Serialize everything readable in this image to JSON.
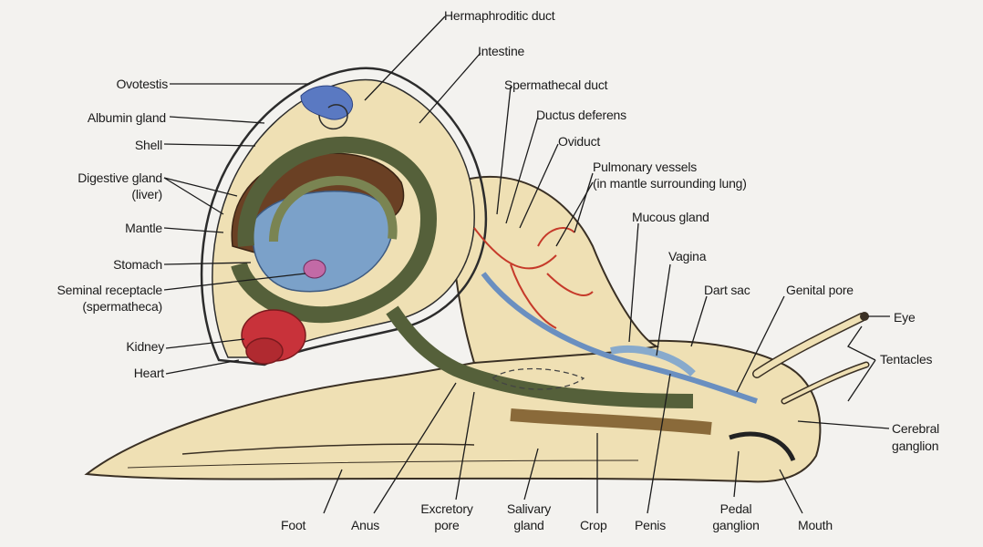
{
  "diagram": {
    "labels": {
      "hermaphroditic_duct": "Hermaphroditic duct",
      "intestine": "Intestine",
      "spermathecal_duct": "Spermathecal duct",
      "ductus_deferens": "Ductus deferens",
      "oviduct": "Oviduct",
      "pulmonary_vessels_1": "Pulmonary vessels",
      "pulmonary_vessels_2": "(in mantle surrounding lung)",
      "mucous_gland": "Mucous gland",
      "vagina": "Vagina",
      "dart_sac": "Dart sac",
      "genital_pore": "Genital pore",
      "eye": "Eye",
      "tentacles": "Tentacles",
      "cerebral_ganglion_1": "Cerebral",
      "cerebral_ganglion_2": "ganglion",
      "ovotestis": "Ovotestis",
      "albumin_gland": "Albumin gland",
      "shell": "Shell",
      "digestive_gland_1": "Digestive gland",
      "digestive_gland_2": "(liver)",
      "mantle": "Mantle",
      "stomach": "Stomach",
      "seminal_receptacle_1": "Seminal receptacle",
      "seminal_receptacle_2": "(spermatheca)",
      "kidney": "Kidney",
      "heart": "Heart",
      "foot": "Foot",
      "anus": "Anus",
      "excretory_pore_1": "Excretory",
      "excretory_pore_2": "pore",
      "salivary_gland_1": "Salivary",
      "salivary_gland_2": "gland",
      "crop": "Crop",
      "penis": "Penis",
      "pedal_ganglion_1": "Pedal",
      "pedal_ganglion_2": "ganglion",
      "mouth": "Mouth"
    }
  }
}
